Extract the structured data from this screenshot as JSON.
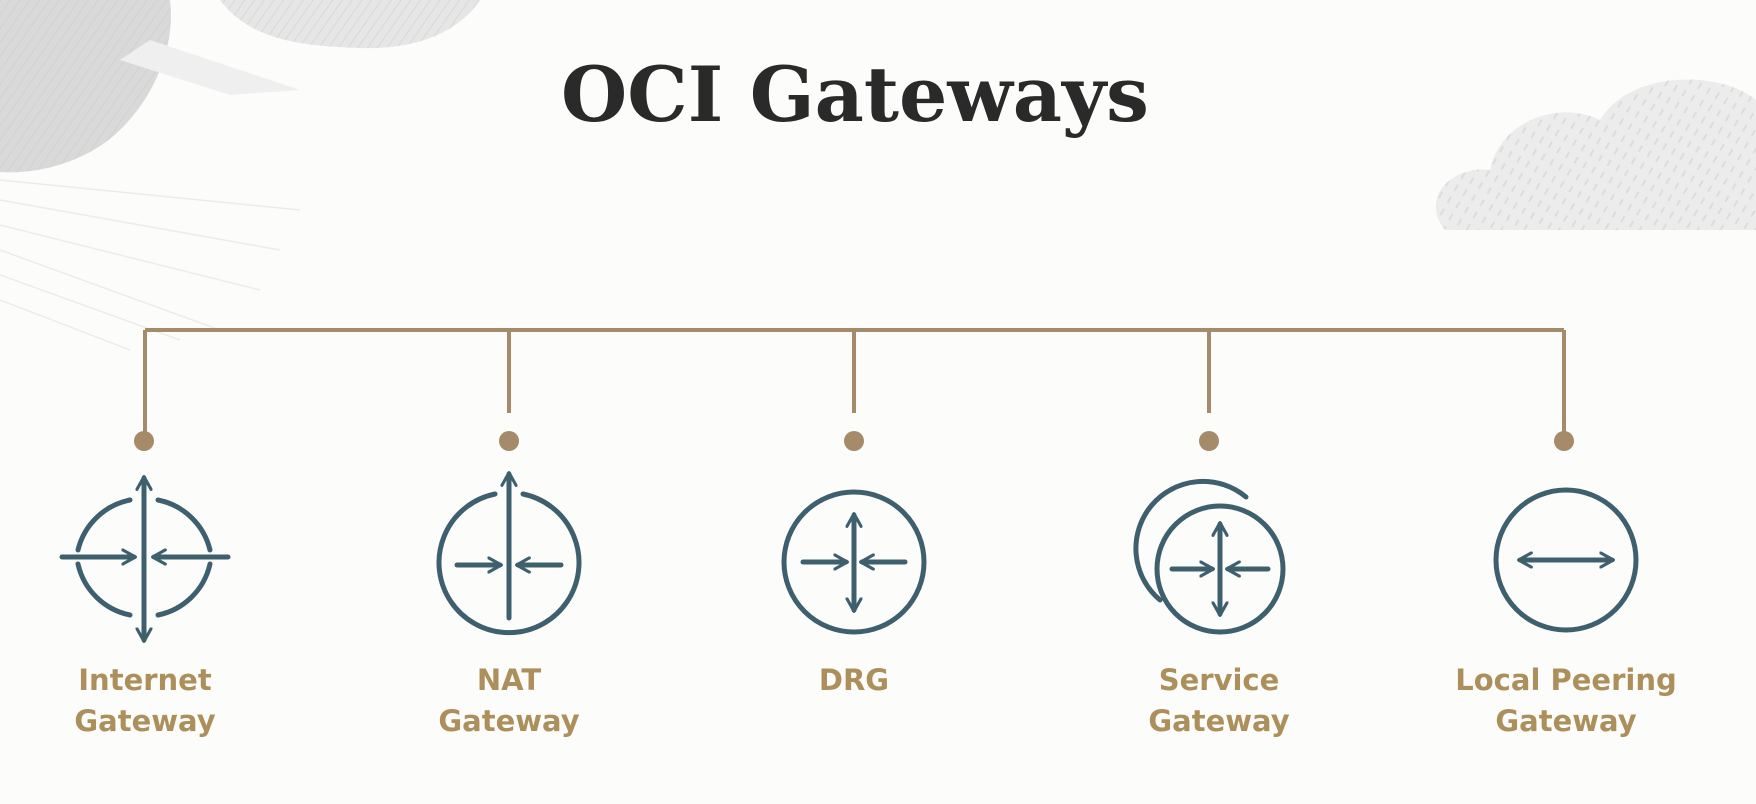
{
  "slide": {
    "title": "OCI Gateways"
  },
  "gateways": [
    {
      "line1": "Internet",
      "line2": "Gateway",
      "icon": "internet-gateway-icon"
    },
    {
      "line1": "NAT",
      "line2": "Gateway",
      "icon": "nat-gateway-icon"
    },
    {
      "line1": "DRG",
      "line2": "",
      "icon": "drg-icon"
    },
    {
      "line1": "Service",
      "line2": "Gateway",
      "icon": "service-gateway-icon"
    },
    {
      "line1": "Local Peering",
      "line2": "Gateway",
      "icon": "local-peering-gateway-icon"
    }
  ],
  "colors": {
    "connector": "#a58b6a",
    "icon": "#3e5f6e",
    "label": "#ac8f5a",
    "title": "#2a2a2a"
  }
}
